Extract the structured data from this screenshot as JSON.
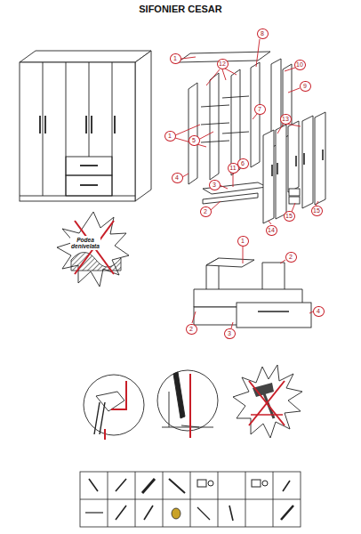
{
  "diagram": {
    "title": "SIFONIER CESAR",
    "labels": [
      "1",
      "12",
      "8",
      "10",
      "9",
      "7",
      "1",
      "5",
      "4",
      "6",
      "3",
      "11",
      "2",
      "13",
      "14",
      "15",
      "15",
      "Podea denivelata",
      "1",
      "2",
      "2",
      "3",
      "4"
    ]
  }
}
